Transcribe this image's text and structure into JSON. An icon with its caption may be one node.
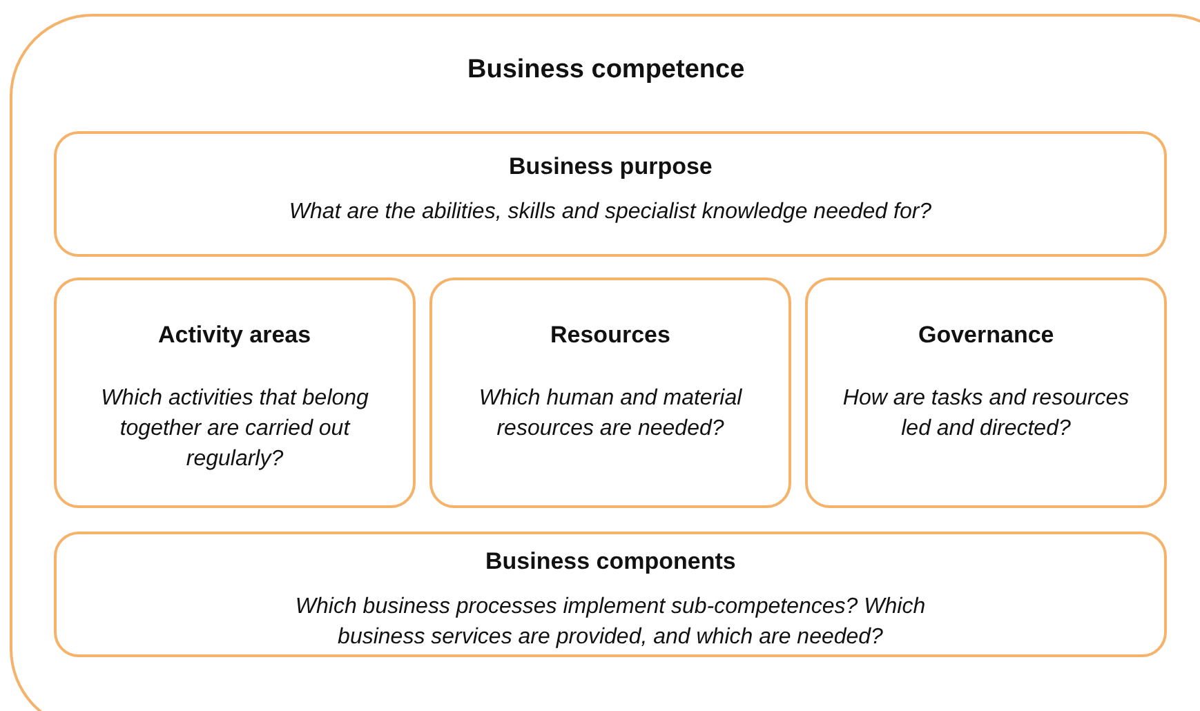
{
  "diagram": {
    "nodes": [
      {
        "text": [
          "Business competence"
        ]
      },
      {
        "text": [
          "Business purpose",
          "What are the abilities, skills and specialist knowledge needed for?"
        ],
        "in": 0
      },
      {
        "text": [
          "Activity areas",
          "Which activities that belong together are carried out regularly?"
        ],
        "in": 0
      },
      {
        "text": [
          "Resources",
          "Which human and material resources are needed?"
        ],
        "in": 0
      },
      {
        "text": [
          "Governance",
          "How are tasks and resources led and directed?"
        ],
        "in": 0
      },
      {
        "text": [
          "Business components",
          "Which business processes implement sub-competences? Which business services are provided, and which are needed?"
        ],
        "in": 0
      }
    ],
    "edges": []
  }
}
